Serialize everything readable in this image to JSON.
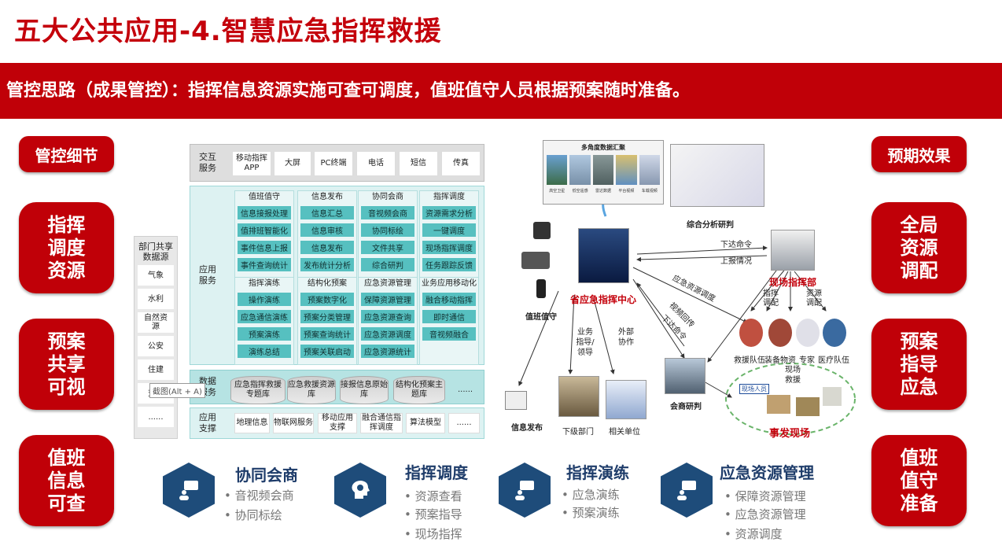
{
  "title": "五大公共应用-4.智慧应急指挥救援",
  "banner": "管控思路（成果管控）：指挥信息资源实施可查可调度，值班值守人员根据预案随时准备。",
  "left": {
    "header": "管控细节",
    "items": [
      [
        "指挥",
        "调度",
        "资源"
      ],
      [
        "预案",
        "共享",
        "可视"
      ],
      [
        "值班",
        "信息",
        "可查"
      ]
    ]
  },
  "right": {
    "header": "预期效果",
    "items": [
      [
        "全局",
        "资源",
        "调配"
      ],
      [
        "预案",
        "指导",
        "应急"
      ],
      [
        "值班",
        "值守",
        "准备"
      ]
    ]
  },
  "arch": {
    "dept": {
      "title_lines": [
        "部门共享",
        "数据源"
      ],
      "items": [
        "气象",
        "水利",
        "自然资源",
        "公安",
        "住建",
        "交通",
        "......"
      ]
    },
    "interaction": {
      "label": [
        "交互",
        "服务"
      ],
      "items": [
        "移动指挥APP",
        "大屏",
        "PC终端",
        "电话",
        "短信",
        "传真"
      ]
    },
    "app": {
      "label": [
        "应用",
        "服务"
      ],
      "groups": [
        {
          "title": "值班值守",
          "items": [
            "信息接报处理",
            "值排班智能化",
            "事件信息上报",
            "事件查询统计"
          ]
        },
        {
          "title": "信息发布",
          "items": [
            "信息汇总",
            "信息审核",
            "信息发布",
            "发布统计分析"
          ]
        },
        {
          "title": "协同会商",
          "items": [
            "音视频会商",
            "协同标绘",
            "文件共享",
            "综合研判"
          ]
        },
        {
          "title": "指挥调度",
          "items": [
            "资源需求分析",
            "一键调度",
            "现场指挥调度",
            "任务跟踪反馈"
          ]
        },
        {
          "title": "指挥演练",
          "items": [
            "操作演练",
            "应急通信演练",
            "预案演练",
            "演练总结"
          ]
        },
        {
          "title": "结构化预案",
          "items": [
            "预案数字化",
            "预案分类管理",
            "预案查询统计",
            "预案关联启动"
          ]
        },
        {
          "title": "应急资源管理",
          "items": [
            "保障资源管理",
            "应急资源查询",
            "应急资源调度",
            "应急资源统计"
          ]
        },
        {
          "title": "业务应用移动化",
          "items": [
            "融合移动指挥",
            "即时通信",
            "音视频融合"
          ]
        }
      ]
    },
    "data": {
      "label": [
        "数据",
        "服务"
      ],
      "items": [
        "应急指挥救援专题库",
        "应急救援资源库",
        "接报信息原始库",
        "结构化预案主题库",
        "......"
      ]
    },
    "support": {
      "label": [
        "应用",
        "支撑"
      ],
      "items": [
        "地理信息",
        "物联网服务",
        "移动应用支撑",
        "融合通信指挥调度",
        "算法模型",
        "......"
      ]
    },
    "tooltip": "截图(Alt + A)"
  },
  "diagram": {
    "screen_title": "多角度数据汇聚",
    "screen_captions": [
      "高空卫星",
      "低空遥感",
      "雷达数据",
      "平台视频",
      "车载视频"
    ],
    "analysis": "综合分析研判",
    "center": "省应急指挥中心",
    "duty": "值班值守",
    "field_cmd": "现场指挥部",
    "down_cmd": "下达命令",
    "report": "上报情况",
    "resource_dispatch": "应急资源调度",
    "video_return": "视频回传",
    "down_cmd2": "下达命令",
    "cmd_dispatch": "指挥调配",
    "res_dispatch": "资源调配",
    "teams": [
      "救援队伍",
      "装备物资",
      "专家",
      "医疗队伍"
    ],
    "business": "业务指导/领导",
    "external": "外部协作",
    "info_release": "信息发布",
    "lower_dept": "下级部门",
    "related": "相关单位",
    "consult": "会商研判",
    "field_rescue": "现场救援",
    "incident_site": "事发现场",
    "site_people": "现场人员"
  },
  "features": [
    {
      "title": "协同会商",
      "items": [
        "音视频会商",
        "协同标绘"
      ]
    },
    {
      "title": "指挥调度",
      "items": [
        "资源查看",
        "预案指导",
        "现场指挥"
      ]
    },
    {
      "title": "指挥演练",
      "items": [
        "应急演练",
        "预案演练"
      ]
    },
    {
      "title": "应急资源管理",
      "items": [
        "保障资源管理",
        "应急资源管理",
        "资源调度"
      ]
    }
  ]
}
